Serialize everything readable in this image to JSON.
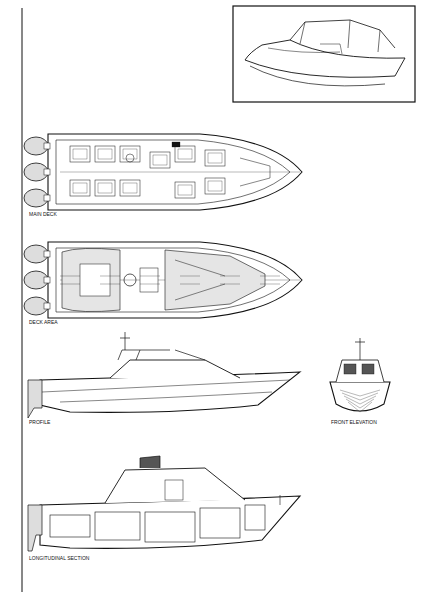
{
  "diagram": {
    "labels": [
      "MAIN DECK",
      "DECK AREA",
      "PROFILE",
      "FRONT ELEVATION",
      "LONGITUDINAL SECTION"
    ]
  }
}
